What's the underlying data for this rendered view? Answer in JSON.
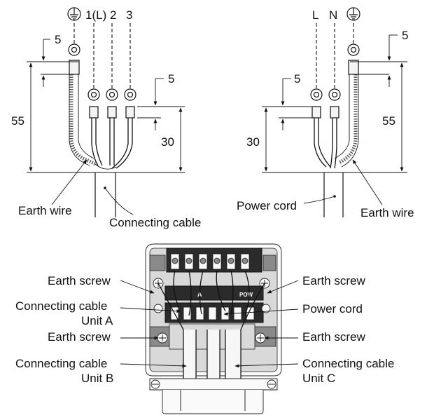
{
  "left_diagram": {
    "terminals": [
      "1(L)",
      "2",
      "3"
    ],
    "dimensions": {
      "top_offset": "5",
      "mid_offset": "5",
      "long": "55",
      "short": "30"
    },
    "labels": {
      "earth_wire": "Earth wire",
      "connecting_cable": "Connecting cable"
    }
  },
  "right_diagram": {
    "terminals": [
      "L",
      "N"
    ],
    "dimensions": {
      "top_offset": "5",
      "mid_offset": "5",
      "long": "55",
      "short": "30"
    },
    "labels": {
      "power_cord": "Power cord",
      "earth_wire": "Earth wire"
    }
  },
  "unit_diagram": {
    "left_labels": {
      "earth_screw_top": "Earth screw",
      "cable_a_line1": "Connecting cable",
      "cable_a_line2": "Unit A",
      "earth_screw_bottom": "Earth screw",
      "cable_b_line1": "Connecting cable",
      "cable_b_line2": "Unit B"
    },
    "right_labels": {
      "earth_screw_top": "Earth screw",
      "power_cord": "Power cord",
      "earth_screw_bottom": "Earth screw",
      "cable_c_line1": "Connecting cable",
      "cable_c_line2": "Unit C"
    },
    "board_marks": [
      "A",
      "POW"
    ]
  }
}
